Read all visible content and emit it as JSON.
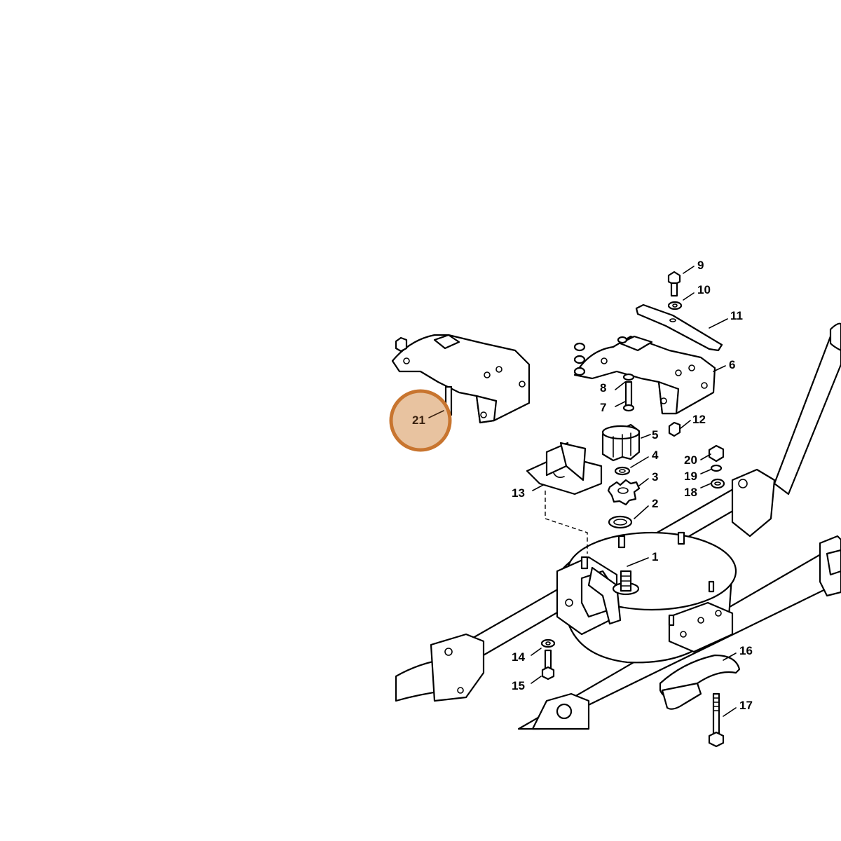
{
  "diagram": {
    "highlight": {
      "label": "21",
      "fill": "#e8c3a0",
      "stroke": "#c8752f"
    },
    "labels": [
      "1",
      "2",
      "3",
      "4",
      "5",
      "6",
      "7",
      "8",
      "9",
      "10",
      "11",
      "12",
      "13",
      "14",
      "15",
      "16",
      "17",
      "18",
      "19",
      "20"
    ]
  }
}
